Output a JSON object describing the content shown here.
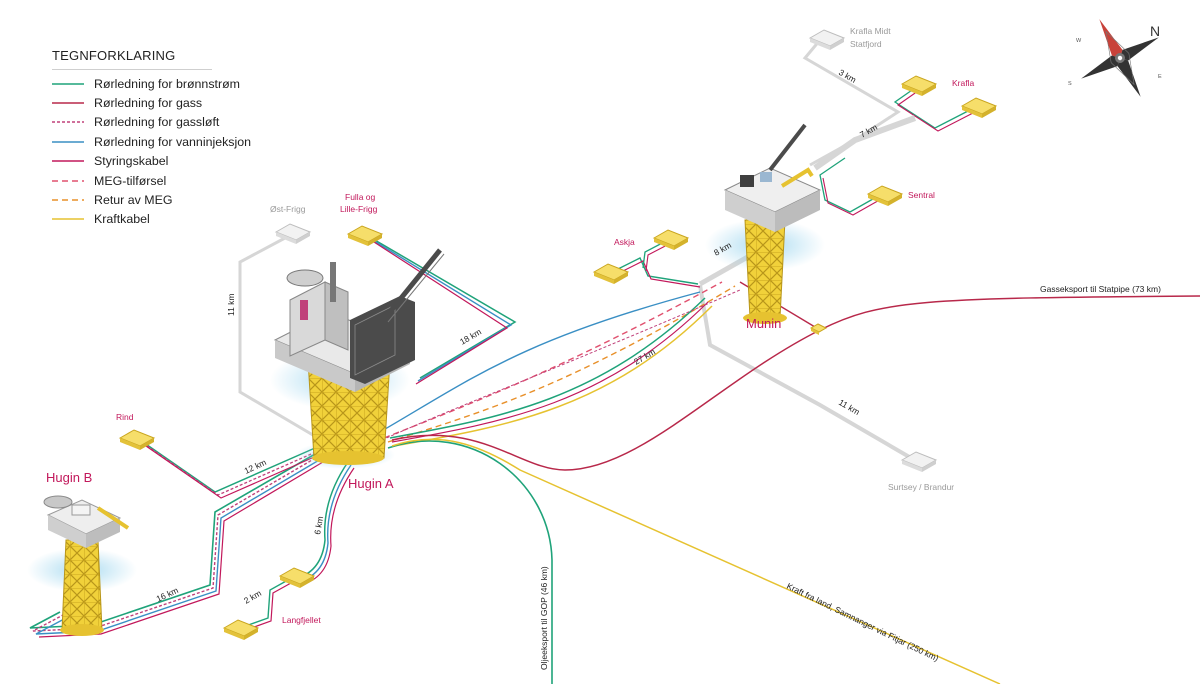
{
  "legend": {
    "title": "TEGNFORKLARING",
    "items": [
      {
        "label": "Rørledning for brønnstrøm",
        "color": "#1fa37a",
        "dash": ""
      },
      {
        "label": "Rørledning for gass",
        "color": "#b8284a",
        "dash": ""
      },
      {
        "label": "Rørledning for gassløft",
        "color": "#c0407a",
        "dash": "3 2"
      },
      {
        "label": "Rørledning for vanninjeksjon",
        "color": "#3a8fc4",
        "dash": ""
      },
      {
        "label": "Styringskabel",
        "color": "#c2185b",
        "dash": ""
      },
      {
        "label": "MEG-tilførsel",
        "color": "#e0506e",
        "dash": "6 4"
      },
      {
        "label": "Retur av MEG",
        "color": "#e8902a",
        "dash": "6 4"
      },
      {
        "label": "Kraftkabel",
        "color": "#e6c230",
        "dash": ""
      }
    ]
  },
  "colors": {
    "magenta": "#c2185b",
    "grey_label": "#9a9a9a",
    "dark_label": "#222222",
    "structure_yellow": "#f1d13a",
    "oil_export": "#1fa37a",
    "gas_export": "#b8284a",
    "power": "#e6c230"
  },
  "platforms": {
    "hugin_a": "Hugin A",
    "hugin_b": "Hugin B",
    "munin": "Munin"
  },
  "fields": {
    "ost_frigg": "Øst-Frigg",
    "fulla_line1": "Fulla og",
    "fulla_line2": "Lille-Frigg",
    "rind": "Rind",
    "langfjellet": "Langfjellet",
    "askja": "Askja",
    "krafla_midt": "Krafla Midt",
    "statfjord": "Statfjord",
    "krafla": "Krafla",
    "sentral": "Sentral",
    "surtsey": "Surtsey / Brandur"
  },
  "distances": {
    "d11_left": "11 km",
    "d18": "18 km",
    "d12": "12 km",
    "d16": "16 km",
    "d6": "6 km",
    "d2": "2 km",
    "d27": "27 km",
    "d8": "8 km",
    "d11_right": "11 km",
    "d3": "3 km",
    "d7": "7 km"
  },
  "exports": {
    "gas": "Gasseksport til Statpipe (73 km)",
    "oil": "Oljeeksport til GOP (46 km)",
    "power": "Kraft fra land, Samnanger via Fitjar (250 km)"
  },
  "compass": {
    "north": "N",
    "west": "W",
    "east": "E",
    "south": "S"
  }
}
